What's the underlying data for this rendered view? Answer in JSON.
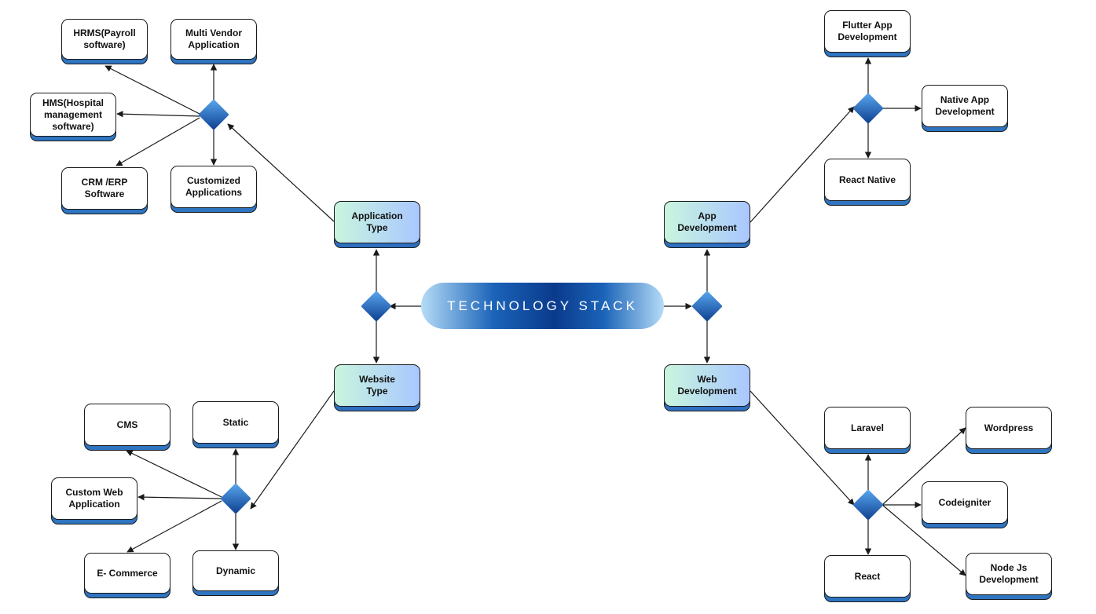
{
  "center": {
    "label": "TECHNOLOGY STACK"
  },
  "categories": {
    "application_type": "Application\nType",
    "website_type": "Website\nType",
    "app_development": "App\nDevelopment",
    "web_development": "Web\nDevelopment"
  },
  "application_types": {
    "hrms": "HRMS(Payroll\nsoftware)",
    "multi_vendor": "Multi Vendor\nApplication",
    "hms": "HMS(Hospital\nmanagement\nsoftware)",
    "crm_erp": "CRM /ERP\nSoftware",
    "customized": "Customized\nApplications"
  },
  "website_types": {
    "cms": "CMS",
    "static": "Static",
    "custom_web": "Custom Web\nApplication",
    "ecommerce": "E- Commerce",
    "dynamic": "Dynamic"
  },
  "app_development": {
    "flutter": "Flutter App\nDevelopment",
    "native": "Native App\nDevelopment",
    "react_native": "React Native"
  },
  "web_development": {
    "laravel": "Laravel",
    "wordpress": "Wordpress",
    "codeigniter": "Codeigniter",
    "react": "React",
    "nodejs": "Node Js\nDevelopment"
  },
  "colors": {
    "center_dark": "#0a3a8c",
    "center_light": "#b5dcf7",
    "category_left": "#c9f5de",
    "category_right": "#a9c7ff",
    "node_shadow": "#2f74c0",
    "line": "#1a1a1a"
  }
}
